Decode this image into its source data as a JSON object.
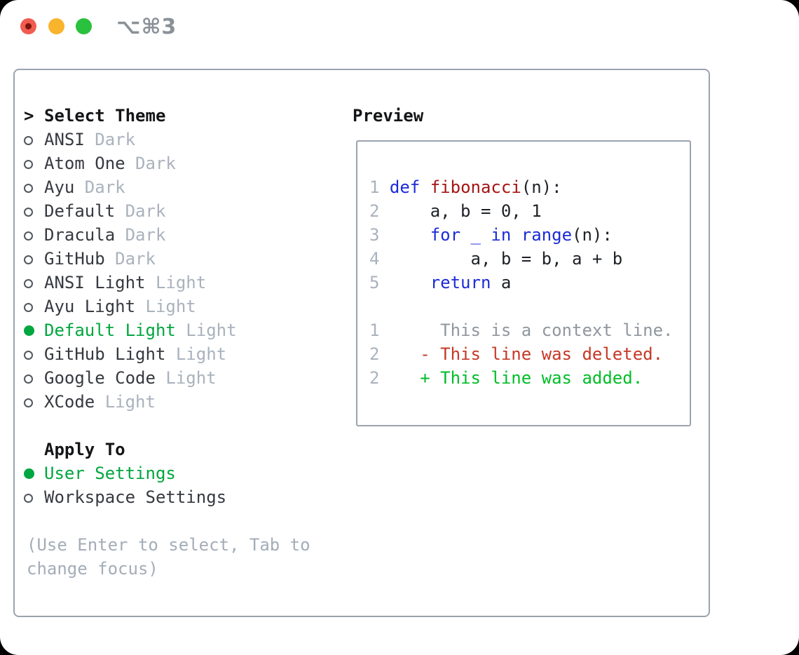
{
  "window": {
    "title_shortcut": "⌥⌘3"
  },
  "traffic_lights": [
    {
      "name": "close",
      "color": "#f15b50",
      "inner_dot": "#7a150c"
    },
    {
      "name": "minimize",
      "color": "#f8b42c",
      "inner_dot": null
    },
    {
      "name": "zoom",
      "color": "#29c13d",
      "inner_dot": null
    }
  ],
  "theme_panel": {
    "header": {
      "marker": ">",
      "label": "Select Theme"
    },
    "themes": [
      {
        "name": "ANSI",
        "variant": "Dark",
        "selected": false
      },
      {
        "name": "Atom One",
        "variant": "Dark",
        "selected": false
      },
      {
        "name": "Ayu",
        "variant": "Dark",
        "selected": false
      },
      {
        "name": "Default",
        "variant": "Dark",
        "selected": false
      },
      {
        "name": "Dracula",
        "variant": "Dark",
        "selected": false
      },
      {
        "name": "GitHub",
        "variant": "Dark",
        "selected": false
      },
      {
        "name": "ANSI Light",
        "variant": "Light",
        "selected": false
      },
      {
        "name": "Ayu Light",
        "variant": "Light",
        "selected": false
      },
      {
        "name": "Default Light",
        "variant": "Light",
        "selected": true
      },
      {
        "name": "GitHub Light",
        "variant": "Light",
        "selected": false
      },
      {
        "name": "Google Code",
        "variant": "Light",
        "selected": false
      },
      {
        "name": "XCode",
        "variant": "Light",
        "selected": false
      }
    ],
    "apply_to": {
      "header": "Apply To",
      "options": [
        {
          "label": "User Settings",
          "selected": true
        },
        {
          "label": "Workspace Settings",
          "selected": false
        }
      ]
    },
    "hint_lines": [
      "(Use Enter to select, Tab to",
      "change focus)"
    ]
  },
  "preview": {
    "title": "Preview",
    "code_lines": [
      {
        "num": "1",
        "tokens": [
          {
            "text": "def",
            "color": "keyword"
          },
          {
            "text": " ",
            "color": "plain"
          },
          {
            "text": "fibonacci",
            "color": "function"
          },
          {
            "text": "(n):",
            "color": "plain"
          }
        ]
      },
      {
        "num": "2",
        "tokens": [
          {
            "text": "    a, b = 0, 1",
            "color": "plain"
          }
        ]
      },
      {
        "num": "3",
        "tokens": [
          {
            "text": "    ",
            "color": "plain"
          },
          {
            "text": "for",
            "color": "keyword"
          },
          {
            "text": " ",
            "color": "plain"
          },
          {
            "text": "_",
            "color": "keyword"
          },
          {
            "text": " ",
            "color": "plain"
          },
          {
            "text": "in",
            "color": "keyword"
          },
          {
            "text": " ",
            "color": "plain"
          },
          {
            "text": "range",
            "color": "keyword"
          },
          {
            "text": "(n):",
            "color": "plain"
          }
        ]
      },
      {
        "num": "4",
        "tokens": [
          {
            "text": "        a, b = b, a + b",
            "color": "plain"
          }
        ]
      },
      {
        "num": "5",
        "tokens": [
          {
            "text": "    ",
            "color": "plain"
          },
          {
            "text": "return",
            "color": "keyword"
          },
          {
            "text": " a",
            "color": "plain"
          }
        ]
      },
      {
        "num": "",
        "tokens": []
      },
      {
        "num": "1",
        "tokens": [
          {
            "text": "     This is a context line.",
            "color": "context"
          }
        ]
      },
      {
        "num": "2",
        "tokens": [
          {
            "text": "   - This line was deleted.",
            "color": "deleted"
          }
        ]
      },
      {
        "num": "2",
        "tokens": [
          {
            "text": "   + This line was added.",
            "color": "added"
          }
        ]
      }
    ]
  },
  "colors": {
    "keyword": "#1c2bd8",
    "function": "#a31515",
    "plain": "#1e2126",
    "context": "#8f979e",
    "deleted": "#c53826",
    "added": "#00bd27",
    "line_number": "#a9b2bd",
    "selection_green": "#00a63f",
    "theme_name": "#36393f",
    "variant_gray": "#a9b2bd",
    "border": "#9aa3ae",
    "hint": "#a3adb8",
    "header_black": "#141517",
    "radio_outline": "#51575e",
    "title_gray": "#8b9198"
  }
}
